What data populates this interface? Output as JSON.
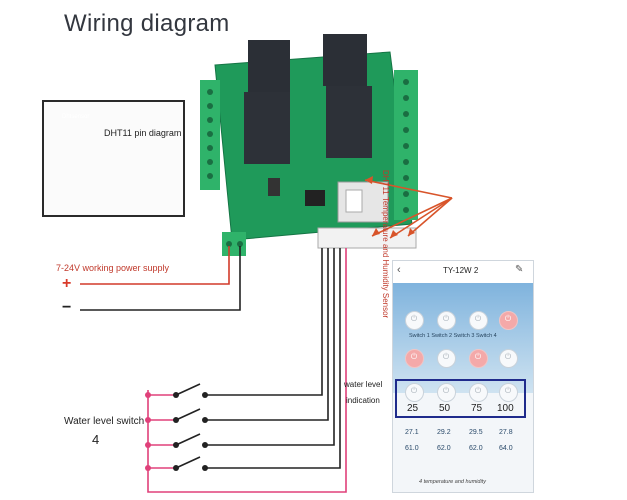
{
  "title": "Wiring diagram",
  "pin_diagram": {
    "label": "DHT11 pin diagram",
    "sensor_text": "Dhtsensor"
  },
  "sensor_label": "DHT11 Temperature and Humidity Sensor",
  "power": {
    "label": "7-24V working power supply",
    "plus": "+",
    "minus": "−"
  },
  "water_switch": {
    "label": "Water level switch",
    "count": "4"
  },
  "water_indication": {
    "line1": "water level",
    "line2": "indication"
  },
  "phone": {
    "title": "TY-12W 2",
    "back_icon": "chevron-left-icon",
    "edit_icon": "edit-icon",
    "switch_labels": "Switch 1 Switch 2 Switch 3 Switch 4",
    "levels": [
      "25",
      "50",
      "75",
      "100"
    ],
    "readings": [
      "61.0",
      "62.0",
      "62.0",
      "64.0"
    ],
    "readings_top": [
      "27.1",
      "29.2",
      "29.5",
      "27.8"
    ],
    "footer": "4 temperature and humidity"
  },
  "colors": {
    "pcb": "#1f9a5a",
    "relay": "#2b2f36",
    "terminal": "#2fb36a",
    "wire_red": "#d23a2a",
    "wire_pink": "#e0407a",
    "arrow": "#d8542a",
    "accent_blue": "#1f2b8c"
  }
}
